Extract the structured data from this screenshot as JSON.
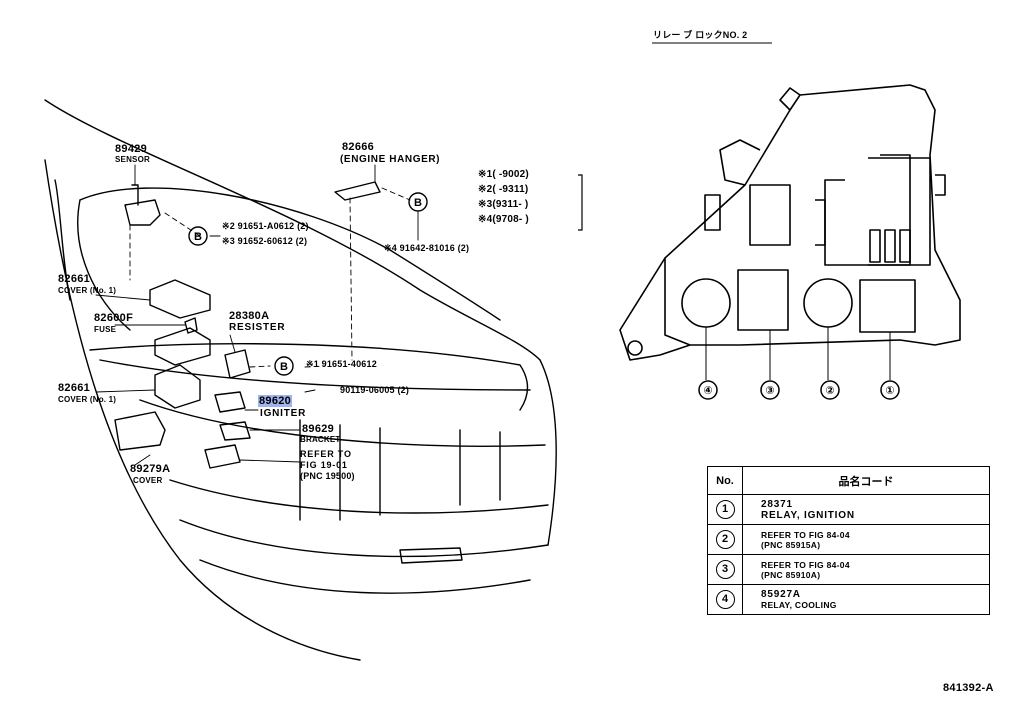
{
  "relay_block_title": "リレー ブ ロックNO. 2",
  "figure_code": "841392-A",
  "parts": {
    "sensor": {
      "number": "89429",
      "name": "SENSOR"
    },
    "engine_hanger": {
      "number": "82666",
      "name": "(ENGINE HANGER)"
    },
    "cover_upper": {
      "number": "82661",
      "name": "COVER (No. 1)"
    },
    "fuse": {
      "number": "82600F",
      "name": "FUSE"
    },
    "resister": {
      "number": "28380A",
      "name": "RESISTER"
    },
    "cover_lower": {
      "number": "82661",
      "name": "COVER (No. 1)"
    },
    "igniter": {
      "number": "89620",
      "name": "IGNITER"
    },
    "bracket": {
      "number": "89629",
      "name": "BRACKET"
    },
    "cover_bottom": {
      "number": "89279A",
      "name": "COVER"
    }
  },
  "fasteners": {
    "b_marker": "B",
    "bolt1": "※2 91651-A0612 (2)",
    "bolt2": "※3 91652-60612 (2)",
    "bolt3": "※4 91642-81016 (2)",
    "bolt4": "※1 91651-40612",
    "screw": "90119-06005 (2)"
  },
  "refer": [
    "REFER TO",
    "FIG 19-01",
    "(PNC 19500)"
  ],
  "notes": [
    {
      "mark": "※1",
      "range": "(      -9002)"
    },
    {
      "mark": "※2",
      "range": "(      -9311)"
    },
    {
      "mark": "※3",
      "range": "(9311-      )"
    },
    {
      "mark": "※4",
      "range": "(9708-      )"
    }
  ],
  "relay_positions": [
    "④",
    "③",
    "②",
    "①"
  ],
  "table": {
    "header_no": "No.",
    "header_code": "品名コード",
    "rows": [
      {
        "no": "1",
        "line1": "28371",
        "line2": "RELAY, IGNITION"
      },
      {
        "no": "2",
        "line1": "REFER TO FIG 84-04",
        "line2": "(PNC 85915A)"
      },
      {
        "no": "3",
        "line1": "REFER TO FIG 84-04",
        "line2": "(PNC 85910A)"
      },
      {
        "no": "4",
        "line1": "85927A",
        "line2": "RELAY, COOLING"
      }
    ]
  }
}
